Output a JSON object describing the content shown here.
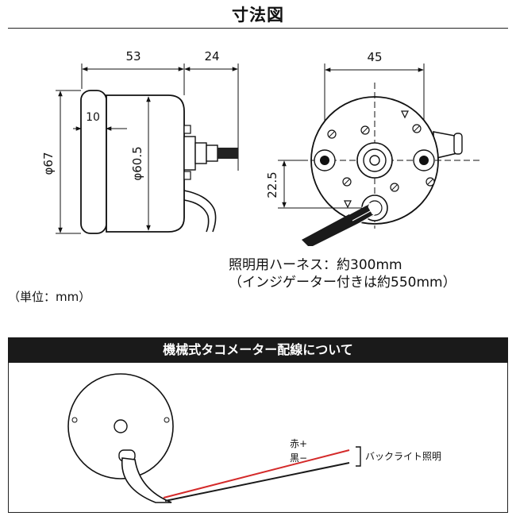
{
  "title": "寸法図",
  "side_view": {
    "dim_53": "53",
    "dim_24": "24",
    "dim_10": "10",
    "dim_phi67": "φ67",
    "dim_phi60_5": "φ60.5"
  },
  "rear_view": {
    "dim_45": "45",
    "dim_22_5": "22.5"
  },
  "harness_note": {
    "line1": "照明用ハーネス：約300mm",
    "line2": "（インジゲーター付きは約550mm）"
  },
  "unit_note": "（単位：mm）",
  "wiring_section": {
    "title": "機械式タコメーター配線について",
    "wire_red": "赤+",
    "wire_black": "黒−",
    "backlight_label": "バックライト照明"
  },
  "colors": {
    "red_wire": "#d42a2a",
    "black_wire": "#1a1a1a",
    "section_bar": "#1a1a1a"
  }
}
